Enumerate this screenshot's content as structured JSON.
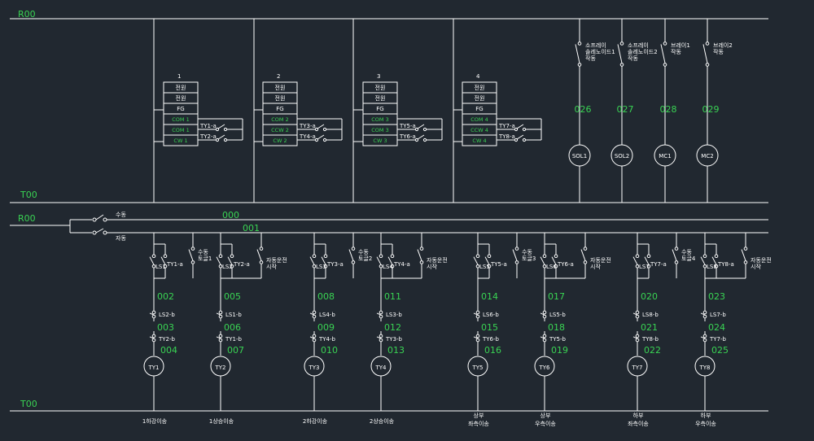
{
  "rails": {
    "top_r": "R00",
    "top_t": "T00",
    "bot_r": "R00",
    "bot_t": "T00"
  },
  "wires": {
    "w000": "000",
    "w001": "001"
  },
  "selector": {
    "manual": "수동",
    "auto": "자동"
  },
  "terminal_rows": [
    "전원",
    "전원",
    "FG"
  ],
  "blocks": [
    {
      "no": "1",
      "com": [
        "COM 1",
        "COM 1",
        "CW 1"
      ],
      "c1": "TY1-a",
      "c2": "TY2-a"
    },
    {
      "no": "2",
      "com": [
        "COM 2",
        "CCW 2",
        "CW 2"
      ],
      "c1": "TY3-a",
      "c2": "TY4-a"
    },
    {
      "no": "3",
      "com": [
        "COM 3",
        "COM 3",
        "CW 3"
      ],
      "c1": "TY5-a",
      "c2": "TY6-a"
    },
    {
      "no": "4",
      "com": [
        "COM 4",
        "CCW 4",
        "CW 4"
      ],
      "c1": "TY7-a",
      "c2": "TY8-a"
    }
  ],
  "outputs": [
    {
      "label": [
        "소프레이",
        "솔레노이드1",
        "작동"
      ],
      "num": "026",
      "coil": "SOL1"
    },
    {
      "label": [
        "소프레이",
        "솔레노이드2",
        "작동"
      ],
      "num": "027",
      "coil": "SOL2"
    },
    {
      "label": [
        "브레이1",
        "작동"
      ],
      "num": "028",
      "coil": "MC1"
    },
    {
      "label": [
        "브레이2",
        "작동"
      ],
      "num": "029",
      "coil": "MC2"
    }
  ],
  "pairs": [
    {
      "switch_label": [
        "수동",
        "토글1"
      ],
      "cols": [
        {
          "ls": "LS1",
          "ty": "TY1-a",
          "n1": "002",
          "b1": "LS2-b",
          "n2": "003",
          "b2": "TY2-b",
          "n3": "004",
          "coil": "TY1",
          "name": [
            "1하강이송"
          ]
        },
        {
          "ls": "LS2",
          "ty": "TY2-a",
          "n1": "005",
          "b1": "LS1-b",
          "n2": "006",
          "b2": "TY1-b",
          "n3": "007",
          "coil": "TY2",
          "name": [
            "1상승이송"
          ],
          "auto": [
            "자동운전",
            "시작"
          ]
        }
      ]
    },
    {
      "switch_label": [
        "수동",
        "토글2"
      ],
      "cols": [
        {
          "ls": "LS3",
          "ty": "TY3-a",
          "n1": "008",
          "b1": "LS4-b",
          "n2": "009",
          "b2": "TY4-b",
          "n3": "010",
          "coil": "TY3",
          "name": [
            "2하강이송"
          ]
        },
        {
          "ls": "LS4",
          "ty": "TY4-a",
          "n1": "011",
          "b1": "LS3-b",
          "n2": "012",
          "b2": "TY3-b",
          "n3": "013",
          "coil": "TY4",
          "name": [
            "2상승이송"
          ],
          "auto": [
            "자동운전",
            "시작"
          ]
        }
      ]
    },
    {
      "switch_label": [
        "수동",
        "토글3"
      ],
      "cols": [
        {
          "ls": "LS5",
          "ty": "TY5-a",
          "n1": "014",
          "b1": "LS6-b",
          "n2": "015",
          "b2": "TY6-b",
          "n3": "016",
          "coil": "TY5",
          "name": [
            "상부",
            "좌측이송"
          ]
        },
        {
          "ls": "LS6",
          "ty": "TY6-a",
          "n1": "017",
          "b1": "LS5-b",
          "n2": "018",
          "b2": "TY5-b",
          "n3": "019",
          "coil": "TY6",
          "name": [
            "상부",
            "우측이송"
          ],
          "auto": [
            "자동운전",
            "시작"
          ]
        }
      ]
    },
    {
      "switch_label": [
        "수동",
        "토글4"
      ],
      "cols": [
        {
          "ls": "LS7",
          "ty": "TY7-a",
          "n1": "020",
          "b1": "LS8-b",
          "n2": "021",
          "b2": "TY8-b",
          "n3": "022",
          "coil": "TY7",
          "name": [
            "하부",
            "좌측이송"
          ]
        },
        {
          "ls": "LS8",
          "ty": "TY8-a",
          "n1": "023",
          "b1": "LS7-b",
          "n2": "024",
          "b2": "TY7-b",
          "n3": "025",
          "coil": "TY8",
          "name": [
            "하부",
            "우측이송"
          ],
          "auto": [
            "자동운전",
            "시작"
          ]
        }
      ]
    }
  ]
}
